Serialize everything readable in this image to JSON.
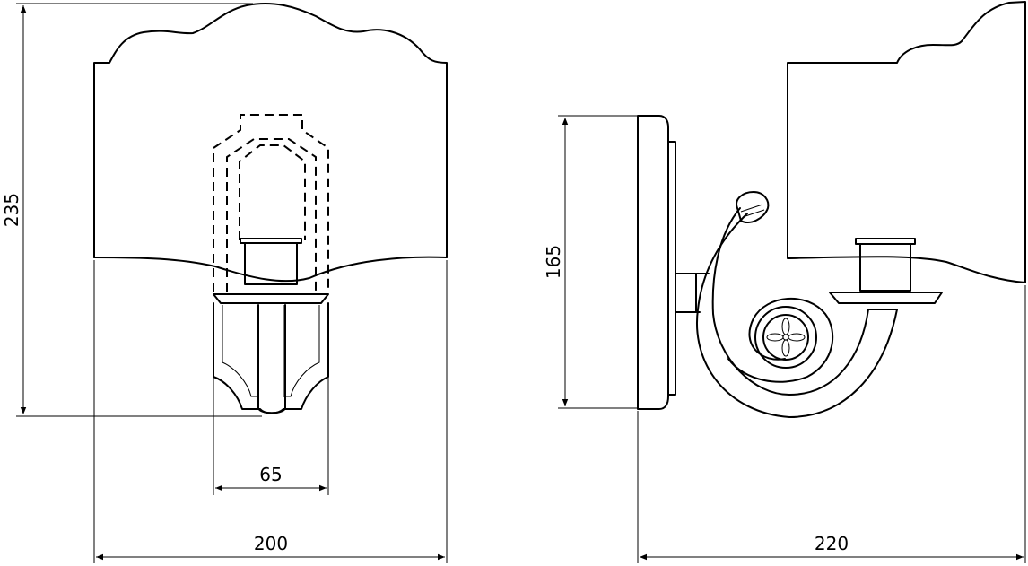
{
  "dimensions": {
    "front_height": "235",
    "shade_inner_width": "65",
    "front_width": "200",
    "side_backplate_height": "165",
    "side_depth": "220"
  }
}
